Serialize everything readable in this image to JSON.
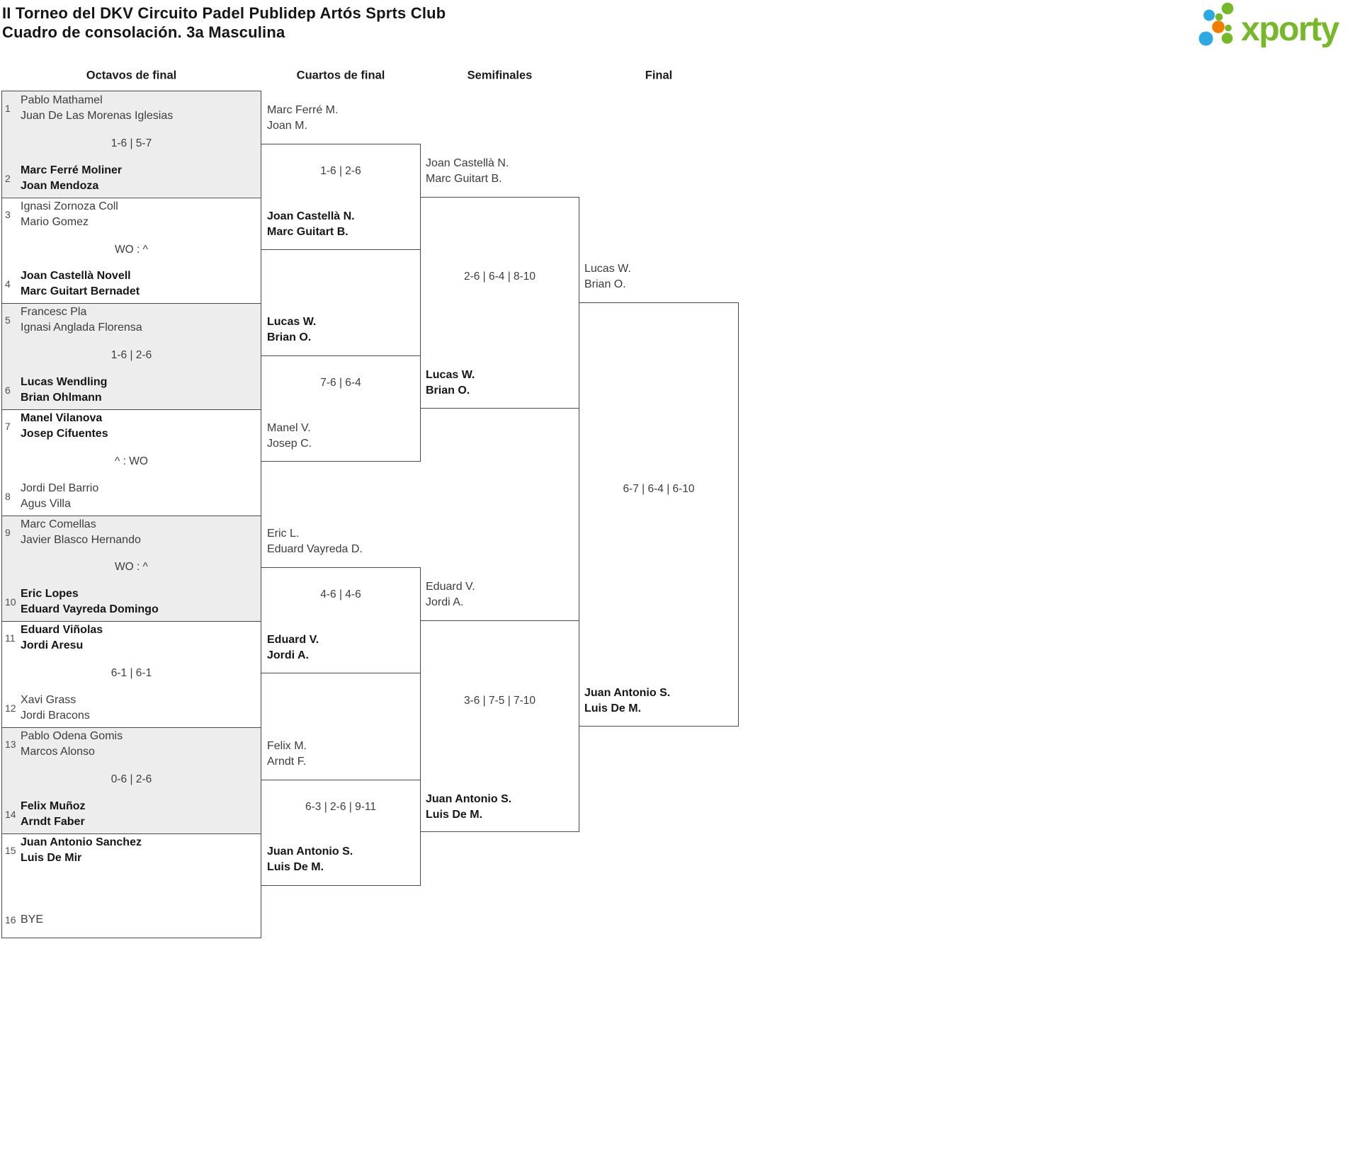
{
  "header": {
    "title_line1": "II Torneo del DKV Circuito Padel Publidep Artós Sprts Club",
    "title_line2": "Cuadro de consolación. 3a Masculina"
  },
  "logo": {
    "text": "xporty",
    "colors": {
      "green": "#76b82a",
      "blue": "#2ba9e0",
      "orange": "#ee7d00"
    }
  },
  "columns": [
    "Octavos de final",
    "Cuartos de final",
    "Semifinales",
    "Final"
  ],
  "r16": {
    "entries": [
      {
        "seed": "1",
        "line1": "Pablo Mathamel",
        "line2": "Juan De Las Morenas Iglesias",
        "bold": false
      },
      {
        "seed": "2",
        "line1": "Marc Ferré Moliner",
        "line2": "Joan Mendoza",
        "bold": true
      },
      {
        "seed": "3",
        "line1": "Ignasi Zornoza Coll",
        "line2": "Mario Gomez",
        "bold": false
      },
      {
        "seed": "4",
        "line1": "Joan Castellà Novell",
        "line2": "Marc Guitart Bernadet",
        "bold": true
      },
      {
        "seed": "5",
        "line1": "Francesc Pla",
        "line2": "Ignasi Anglada Florensa",
        "bold": false
      },
      {
        "seed": "6",
        "line1": "Lucas Wendling",
        "line2": "Brian Ohlmann",
        "bold": true
      },
      {
        "seed": "7",
        "line1": "Manel Vilanova",
        "line2": "Josep Cifuentes",
        "bold": true
      },
      {
        "seed": "8",
        "line1": "Jordi Del Barrio",
        "line2": "Agus Villa",
        "bold": false
      },
      {
        "seed": "9",
        "line1": "Marc Comellas",
        "line2": "Javier Blasco Hernando",
        "bold": false
      },
      {
        "seed": "10",
        "line1": "Eric Lopes",
        "line2": "Eduard Vayreda Domingo",
        "bold": true
      },
      {
        "seed": "11",
        "line1": "Eduard Viñolas",
        "line2": "Jordi Aresu",
        "bold": true
      },
      {
        "seed": "12",
        "line1": "Xavi Grass",
        "line2": "Jordi Bracons",
        "bold": false
      },
      {
        "seed": "13",
        "line1": "Pablo Odena Gomis",
        "line2": "Marcos Alonso",
        "bold": false
      },
      {
        "seed": "14",
        "line1": "Felix Muñoz",
        "line2": "Arndt Faber",
        "bold": true
      },
      {
        "seed": "15",
        "line1": "Juan Antonio Sanchez",
        "line2": "Luis De Mir",
        "bold": true
      },
      {
        "seed": "16",
        "line1": "BYE",
        "bold": false
      }
    ],
    "scores": [
      "1-6 | 5-7",
      "WO : ^",
      "1-6 | 2-6",
      "^ : WO",
      "WO : ^",
      "6-1 | 6-1",
      "0-6 | 2-6",
      ""
    ]
  },
  "qf": {
    "matches": [
      {
        "a1": "Marc Ferré M.",
        "a2": "Joan M.",
        "a_bold": false,
        "b1": "Joan Castellà N.",
        "b2": "Marc Guitart B.",
        "b_bold": true,
        "score": "1-6 | 2-6"
      },
      {
        "a1": "Lucas W.",
        "a2": "Brian O.",
        "a_bold": true,
        "b1": "Manel V.",
        "b2": "Josep C.",
        "b_bold": false,
        "score": "7-6 | 6-4"
      },
      {
        "a1": "Eric L.",
        "a2": "Eduard Vayreda D.",
        "a_bold": false,
        "b1": "Eduard V.",
        "b2": "Jordi A.",
        "b_bold": true,
        "score": "4-6 | 4-6"
      },
      {
        "a1": "Felix M.",
        "a2": "Arndt F.",
        "a_bold": false,
        "b1": "Juan Antonio S.",
        "b2": "Luis De M.",
        "b_bold": true,
        "score": "6-3 | 2-6 | 9-11"
      }
    ]
  },
  "sf": {
    "matches": [
      {
        "a1": "Joan Castellà N.",
        "a2": "Marc Guitart B.",
        "a_bold": false,
        "b1": "Lucas W.",
        "b2": "Brian O.",
        "b_bold": true,
        "score": "2-6 | 6-4 | 8-10"
      },
      {
        "a1": "Eduard V.",
        "a2": "Jordi A.",
        "a_bold": false,
        "b1": "Juan Antonio S.",
        "b2": "Luis De M.",
        "b_bold": true,
        "score": "3-6 | 7-5 | 7-10"
      }
    ]
  },
  "final": {
    "a1": "Lucas W.",
    "a2": "Brian O.",
    "a_bold": false,
    "b1": "Juan Antonio S.",
    "b2": "Luis De M.",
    "b_bold": true,
    "score": "6-7 | 6-4 | 6-10"
  }
}
